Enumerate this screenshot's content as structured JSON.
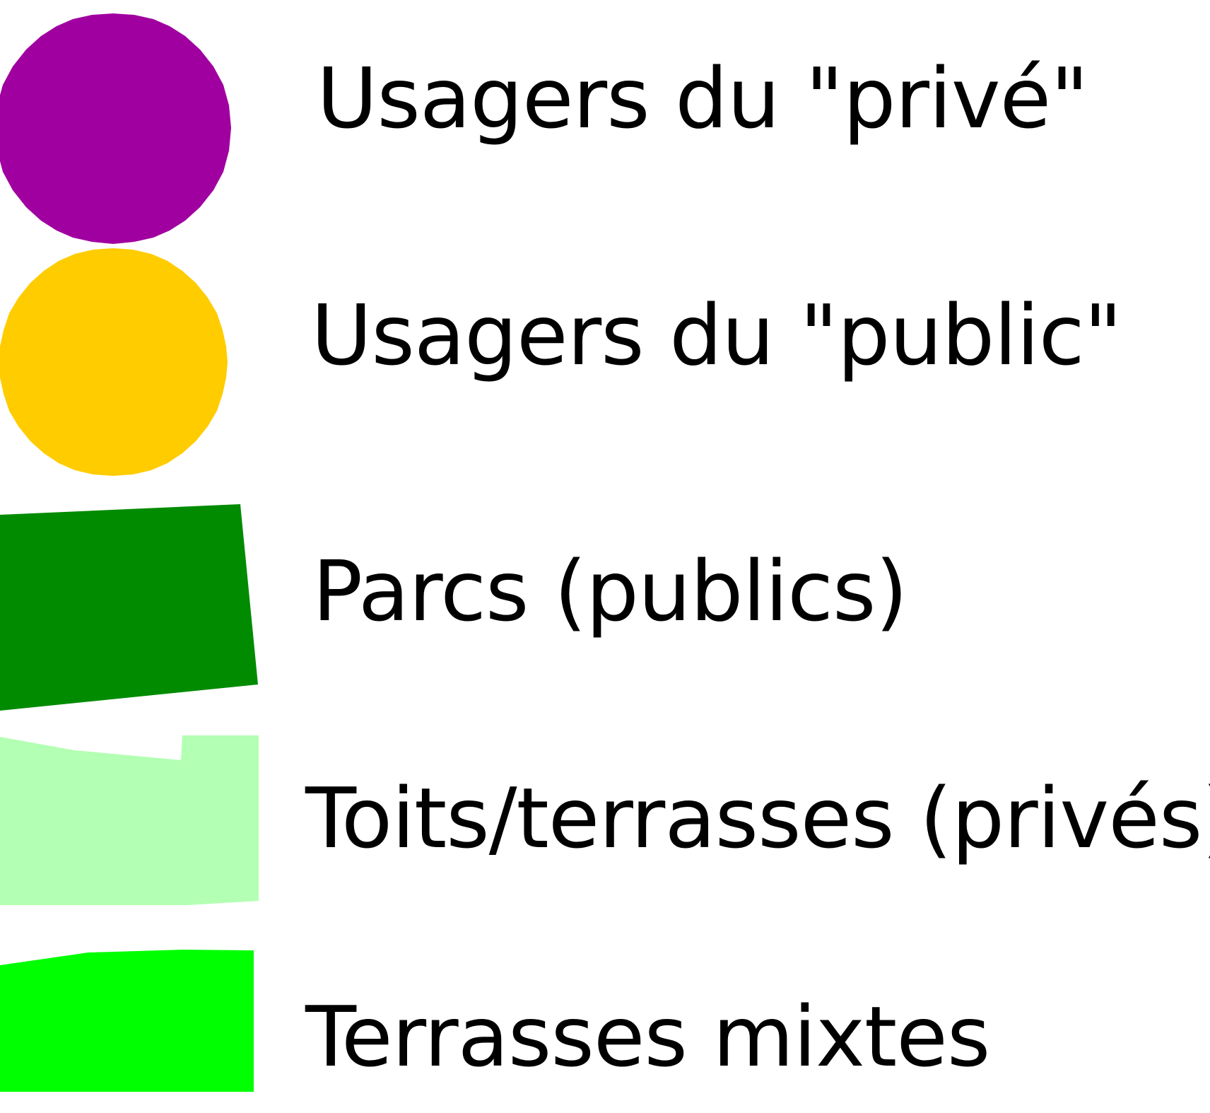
{
  "legend": {
    "items": [
      {
        "label": "Usagers du \"privé\"",
        "symbol": "circle",
        "color": "#A000A0"
      },
      {
        "label": "Usagers du \"public\"",
        "symbol": "circle",
        "color": "#FFCC00"
      },
      {
        "label": "Parcs (publics)",
        "symbol": "polygon",
        "color": "#008B00"
      },
      {
        "label": "Toits/terrasses (privés)",
        "symbol": "polygon",
        "color": "#B3FFB3"
      },
      {
        "label": "Terrasses mixtes",
        "symbol": "polygon",
        "color": "#00FF00"
      }
    ]
  }
}
